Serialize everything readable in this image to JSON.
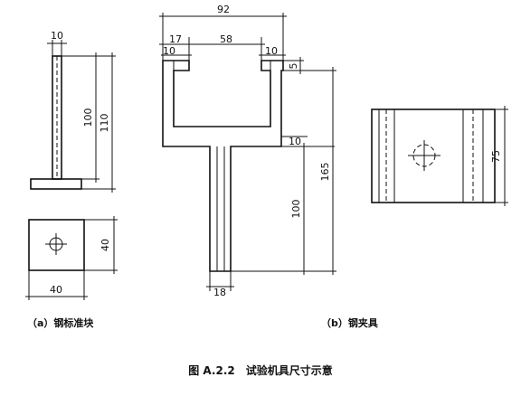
{
  "figure": {
    "title": "图 A.2.2　试验机具尺寸示意",
    "caption_a": "（a）钢标准块",
    "caption_b": "（b）钢夹具"
  },
  "dimensions": {
    "a_stem_width": "10",
    "a_upper_height": "100",
    "a_total_height": "110",
    "a_plan_side": "40",
    "a_plan_width": "40",
    "b_total_width": "92",
    "b_flange": "17",
    "b_inner_width": "58",
    "b_left_lip": "10",
    "b_right_lip": "10",
    "b_lip_thickness": "5",
    "b_bottom_thickness": "10",
    "b_stem_height": "100",
    "b_total_height": "165",
    "b_stem_width": "18",
    "b_side_height": "75"
  }
}
